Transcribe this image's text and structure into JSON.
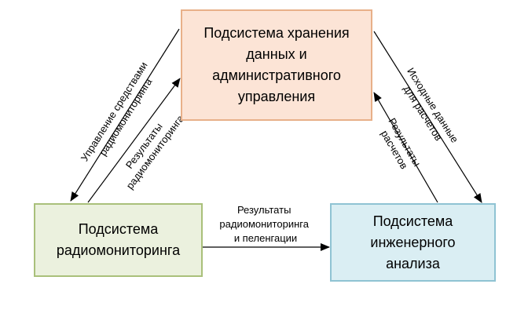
{
  "boxes": {
    "storage": {
      "lines": [
        "Подсистема хранения",
        "данных и",
        "административного",
        "управления"
      ],
      "fill": "#fce4d6",
      "border": "#e8b089"
    },
    "monitoring": {
      "lines": [
        "Подсистема",
        "радиомониторинга"
      ],
      "fill": "#ebf1de",
      "border": "#a9c07a"
    },
    "engineering": {
      "lines": [
        "Подсистема",
        "инженерного",
        "анализа"
      ],
      "fill": "#daeef3",
      "border": "#8fc3d3"
    }
  },
  "arrows": {
    "management": {
      "label_lines": [
        "Управление средствами",
        "радиомониторинга"
      ]
    },
    "monitoring_results_up": {
      "label_lines": [
        "Результаты",
        "радиомониторинга"
      ]
    },
    "initial_data": {
      "label_lines": [
        "Исходные данные",
        "для расчетов"
      ]
    },
    "calc_results": {
      "label_lines": [
        "Результаты",
        "расчетов"
      ]
    },
    "monitoring_results_right": {
      "label_lines": [
        "Результаты",
        "радиомониторинга",
        "и пеленгации"
      ]
    }
  }
}
